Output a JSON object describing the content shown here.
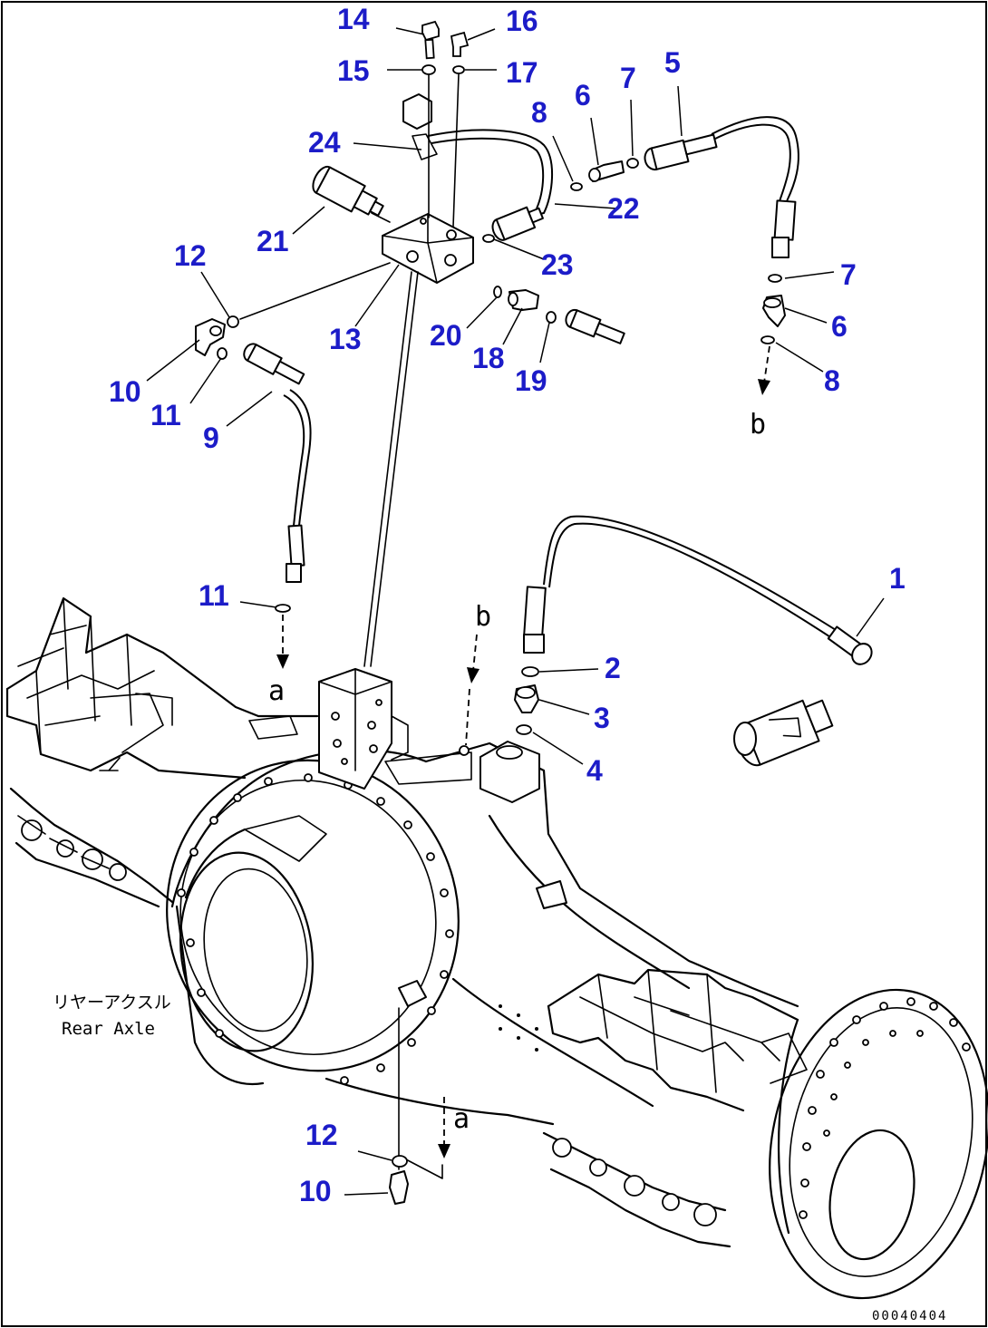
{
  "diagram": {
    "caption": {
      "japanese": "リヤーアクスル",
      "english": "Rear Axle"
    },
    "document_id": "00040404",
    "connection_refs": {
      "a": "a",
      "b": "b"
    },
    "callouts": [
      "14",
      "16",
      "15",
      "17",
      "5",
      "7",
      "6",
      "8",
      "24",
      "22",
      "21",
      "23",
      "12",
      "13",
      "20",
      "18",
      "19",
      "10",
      "11",
      "9",
      "7",
      "6",
      "8",
      "11",
      "1",
      "2",
      "3",
      "4",
      "12",
      "10"
    ]
  }
}
